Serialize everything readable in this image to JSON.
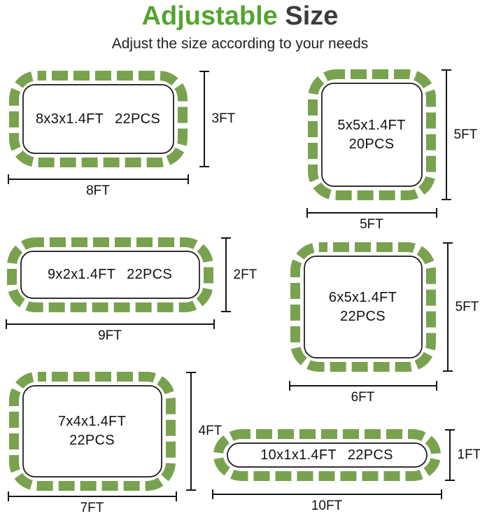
{
  "title": {
    "highlight": "Adjustable",
    "rest": "Size"
  },
  "subtitle": "Adjust the size according to your needs",
  "colors": {
    "block_green": "#79A24E",
    "title_green": "#55A432",
    "ink": "#161616"
  },
  "panels": [
    {
      "spec": "8x3x1.4FT",
      "pcs": "22PCS",
      "width_label": "8FT",
      "height_label": "3FT"
    },
    {
      "spec": "5x5x1.4FT",
      "pcs": "20PCS",
      "width_label": "5FT",
      "height_label": "5FT"
    },
    {
      "spec": "9x2x1.4FT",
      "pcs": "22PCS",
      "width_label": "9FT",
      "height_label": "2FT"
    },
    {
      "spec": "6x5x1.4FT",
      "pcs": "22PCS",
      "width_label": "6FT",
      "height_label": "5FT"
    },
    {
      "spec": "7x4x1.4FT",
      "pcs": "22PCS",
      "width_label": "7FT",
      "height_label": "4FT"
    },
    {
      "spec": "10x1x1.4FT",
      "pcs": "22PCS",
      "width_label": "10FT",
      "height_label": "1FT"
    }
  ]
}
